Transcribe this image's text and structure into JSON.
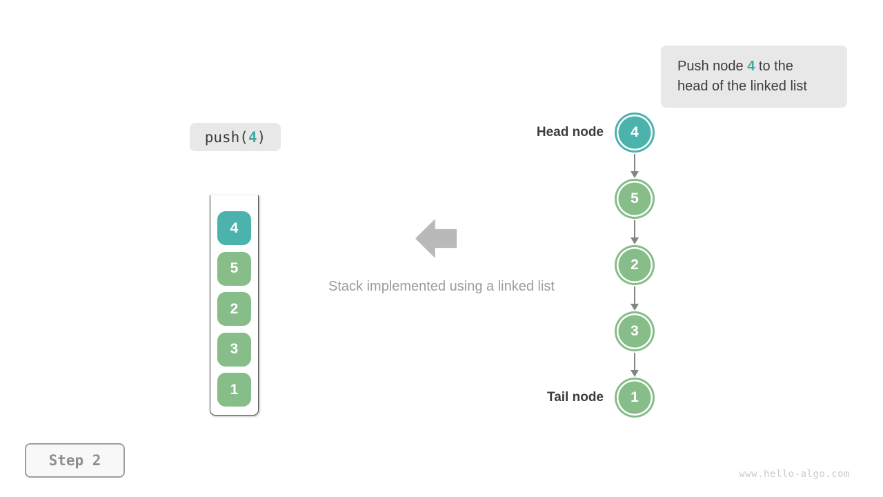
{
  "callout": {
    "line1_prefix": "Push node ",
    "highlight": "4",
    "line1_suffix": " to the",
    "line2": "head of the linked list"
  },
  "operation": {
    "prefix": "push(",
    "arg": "4",
    "suffix": ")"
  },
  "stack": {
    "items": [
      {
        "value": "4",
        "highlight": true
      },
      {
        "value": "5",
        "highlight": false
      },
      {
        "value": "2",
        "highlight": false
      },
      {
        "value": "3",
        "highlight": false
      },
      {
        "value": "1",
        "highlight": false
      }
    ]
  },
  "caption": "Stack implemented using a linked list",
  "linked_list": {
    "head_label": "Head node",
    "tail_label": "Tail node",
    "nodes": [
      {
        "value": "4",
        "highlight": true
      },
      {
        "value": "5",
        "highlight": false
      },
      {
        "value": "2",
        "highlight": false
      },
      {
        "value": "3",
        "highlight": false
      },
      {
        "value": "1",
        "highlight": false
      }
    ]
  },
  "step_badge": "Step 2",
  "watermark": "www.hello-algo.com",
  "colors": {
    "highlight_teal": "#4bb3ab",
    "node_green": "#86bd89",
    "highlight_text_teal": "#3fa89f",
    "callout_bg": "#e8e8e8",
    "arrow_gray": "#b9b9b9",
    "connector_gray": "#848484",
    "label_dark": "#3c3c3c",
    "caption_gray": "#9c9c9c"
  }
}
